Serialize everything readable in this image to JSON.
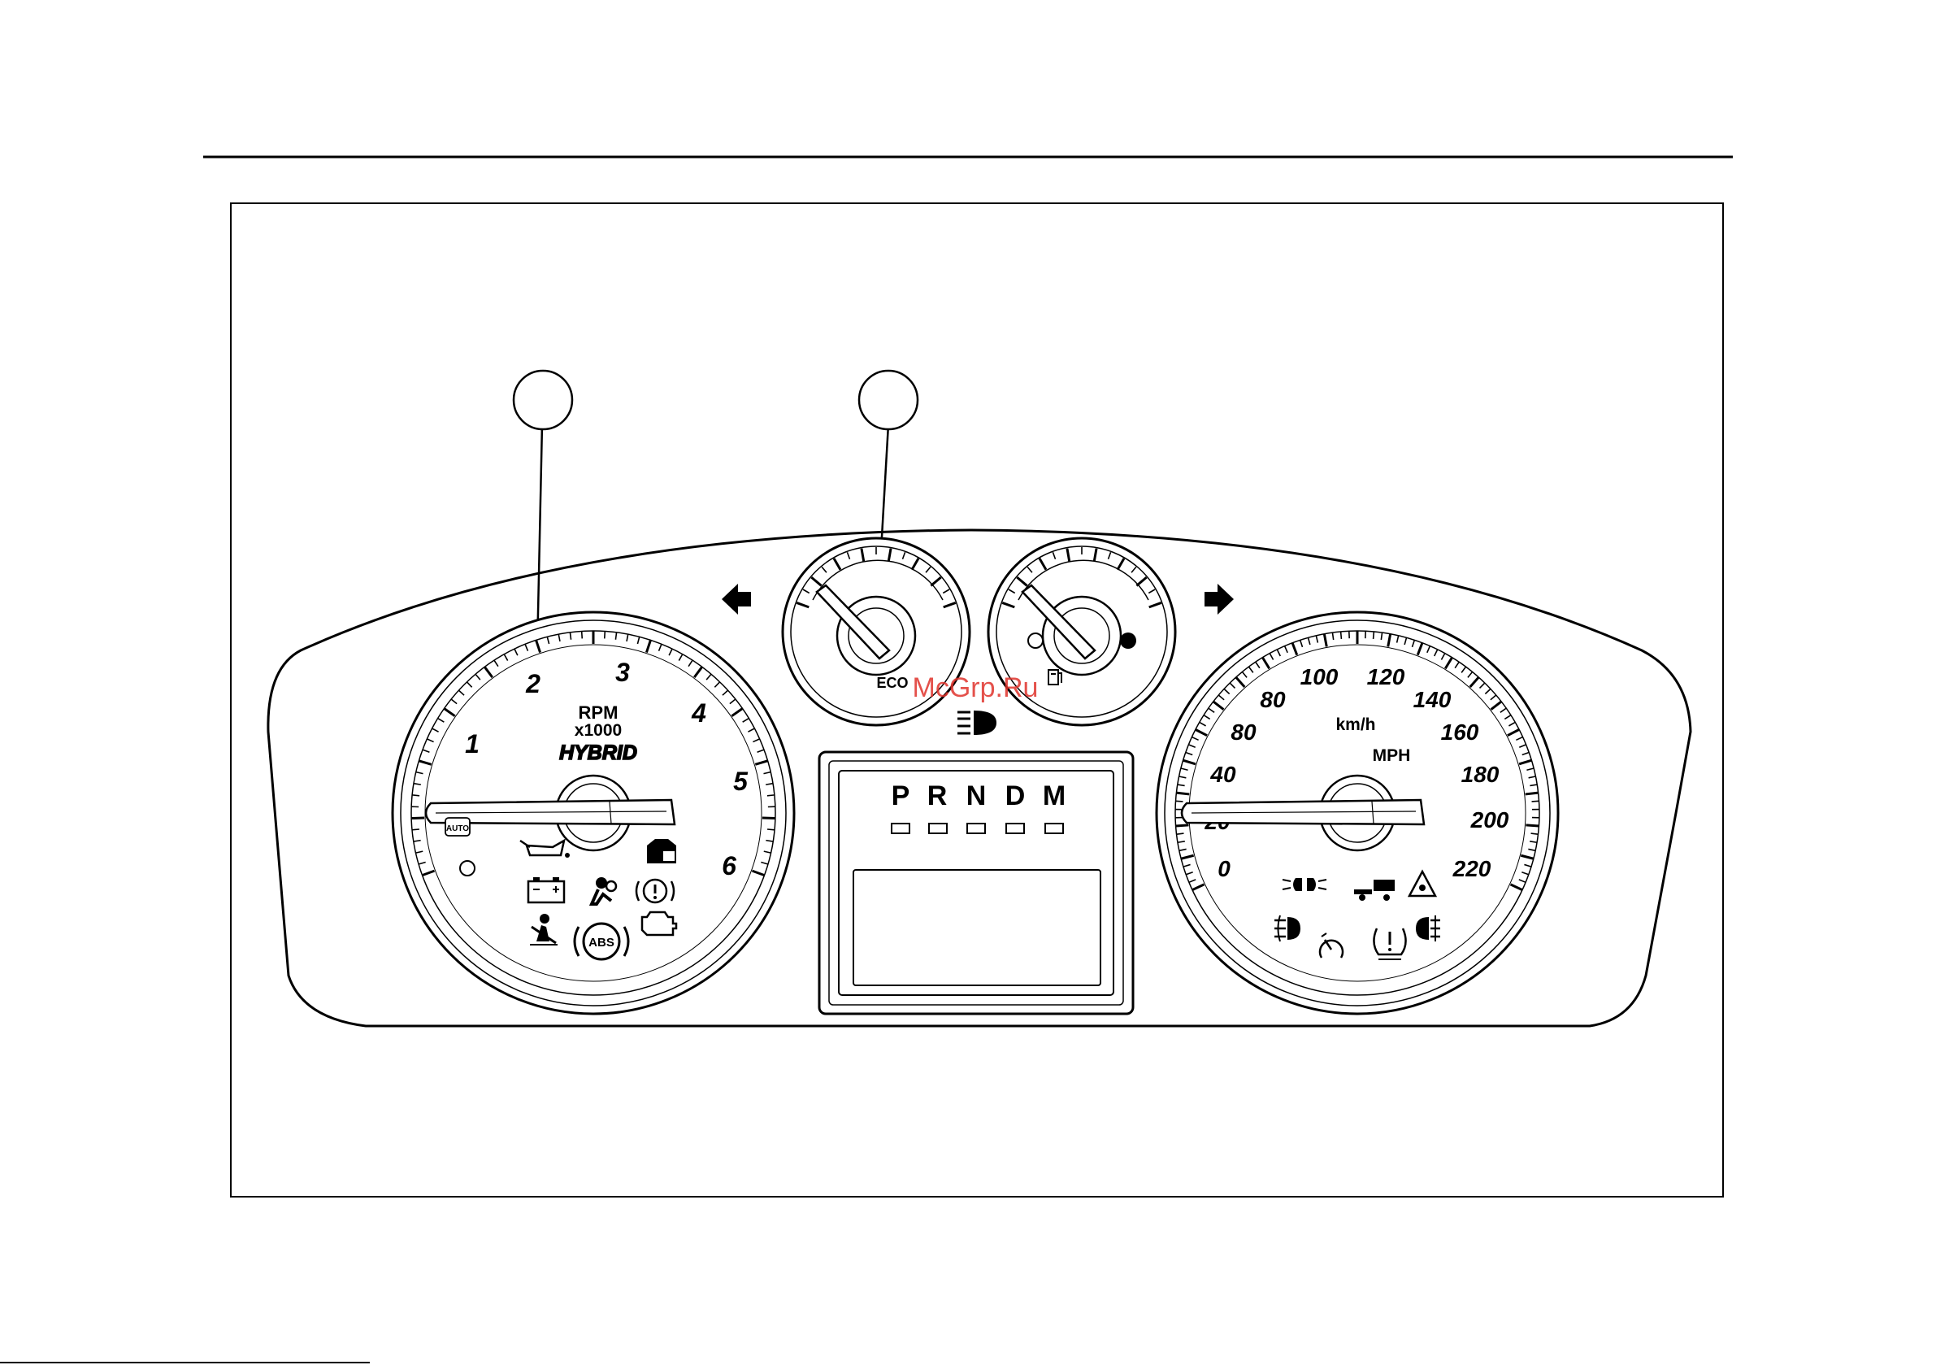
{
  "tachometer": {
    "labels": [
      "1",
      "2",
      "3",
      "4",
      "5",
      "6"
    ],
    "unit_line1": "RPM",
    "unit_line2": "x1000",
    "brand": "HYBRID",
    "auto_badge": "AUTO",
    "abs_badge": "ABS"
  },
  "speedometer": {
    "mph_labels": [
      "0",
      "20",
      "40",
      "80",
      "80",
      "100",
      "120",
      "140",
      "160",
      "180",
      "200",
      "220"
    ],
    "unit_kmh": "km/h",
    "unit_mph": "MPH"
  },
  "eco_gauge": {
    "label": "ECO"
  },
  "shift_indicator": {
    "gears": [
      "P",
      "R",
      "N",
      "D",
      "M"
    ]
  },
  "callouts": [
    {
      "id": "1"
    },
    {
      "id": "2"
    }
  ],
  "watermark": "McGrp.Ru",
  "icons": [
    "turn-left-arrow-icon",
    "turn-right-arrow-icon",
    "high-beam-icon",
    "oil-pressure-icon",
    "battery-icon",
    "airbag-icon",
    "brake-warning-icon",
    "seatbelt-icon",
    "abs-icon",
    "check-engine-icon",
    "security-lock-icon",
    "parking-lamps-icon",
    "tow-haul-icon",
    "traction-control-icon",
    "front-fog-icon",
    "cruise-icon",
    "tire-pressure-icon",
    "rear-fog-icon",
    "fuel-pump-icon"
  ]
}
